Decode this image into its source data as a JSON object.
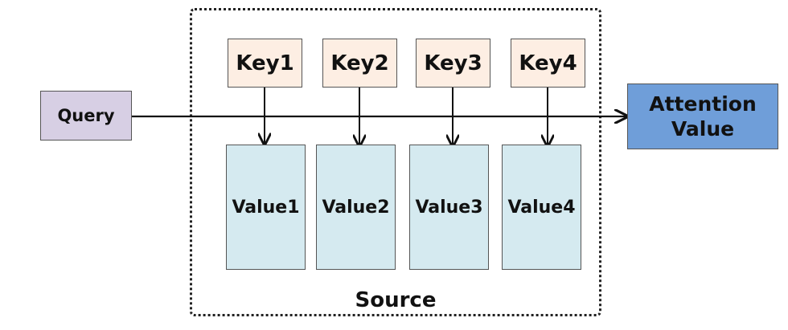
{
  "diagram": {
    "query_label": "Query",
    "attention_label": "Attention\nValue",
    "source_label": "Source",
    "keys": [
      "Key1",
      "Key2",
      "Key3",
      "Key4"
    ],
    "values": [
      "Value1",
      "Value2",
      "Value3",
      "Value4"
    ]
  },
  "colors": {
    "query_fill": "#d7cfe4",
    "key_fill": "#fdeee3",
    "value_fill": "#d5eaf0",
    "attention_fill": "#6f9ed9",
    "line": "#111111",
    "border": "#555555"
  }
}
